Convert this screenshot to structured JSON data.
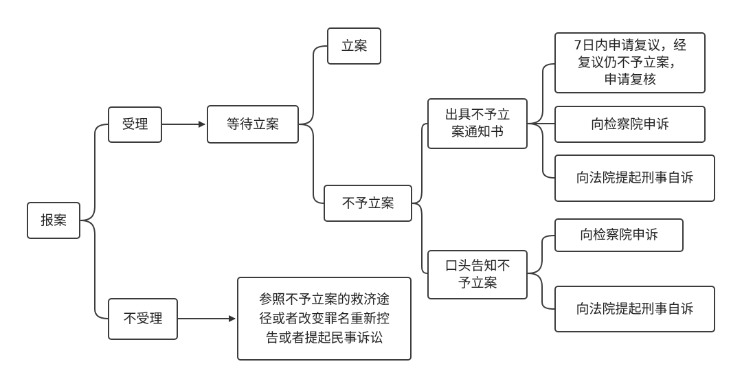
{
  "nodes": {
    "report": "报案",
    "accept": "受理",
    "wait": "等待立案",
    "file": "立案",
    "nofile": "不予立案",
    "notice": "出具不予立\n案通知书",
    "review": "7日内申请复议，经\n复议仍不予立案，\n申请复核",
    "procuratorate1": "向检察院申诉",
    "court1": "向法院提起刑事自诉",
    "oral": "口头告知不\n予立案",
    "procuratorate2": "向检察院申诉",
    "court2": "向法院提起刑事自诉",
    "reject": "不受理",
    "remedy": "参照不予立案的救济途\n径或者改变罪名重新控\n告或者提起民事诉讼"
  }
}
